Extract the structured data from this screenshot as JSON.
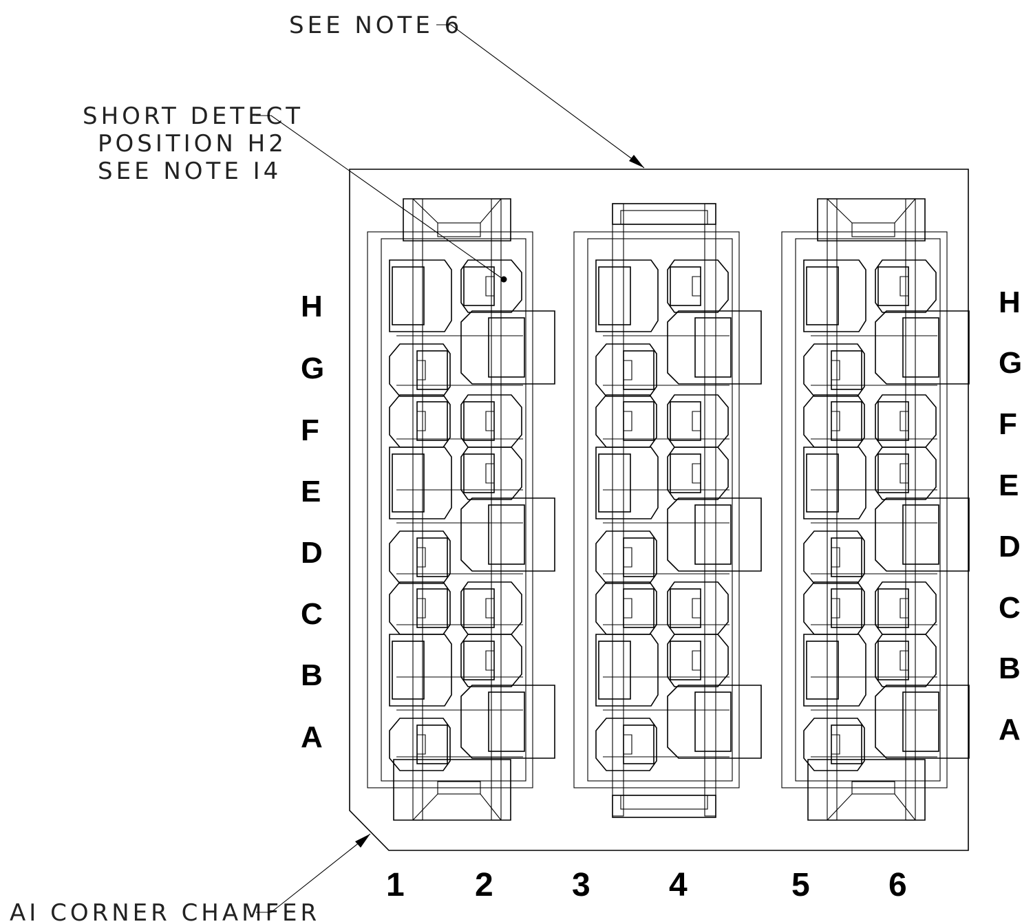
{
  "notes": {
    "see_note_6": "SEE NOTE 6",
    "short_detect_line1": "SHORT DETECT",
    "short_detect_line2": "POSITION H2",
    "short_detect_line3": "SEE NOTE I4",
    "corner_chamfer": "AI CORNER CHAMFER"
  },
  "rows_left": [
    "H",
    "G",
    "F",
    "E",
    "D",
    "C",
    "B",
    "A"
  ],
  "rows_right": [
    "H",
    "G",
    "F",
    "E",
    "D",
    "C",
    "B",
    "A"
  ],
  "columns": [
    "1",
    "2",
    "3",
    "4",
    "5",
    "6"
  ],
  "colors": {
    "line": "#000000",
    "background": "#ffffff",
    "text": "#222222"
  }
}
